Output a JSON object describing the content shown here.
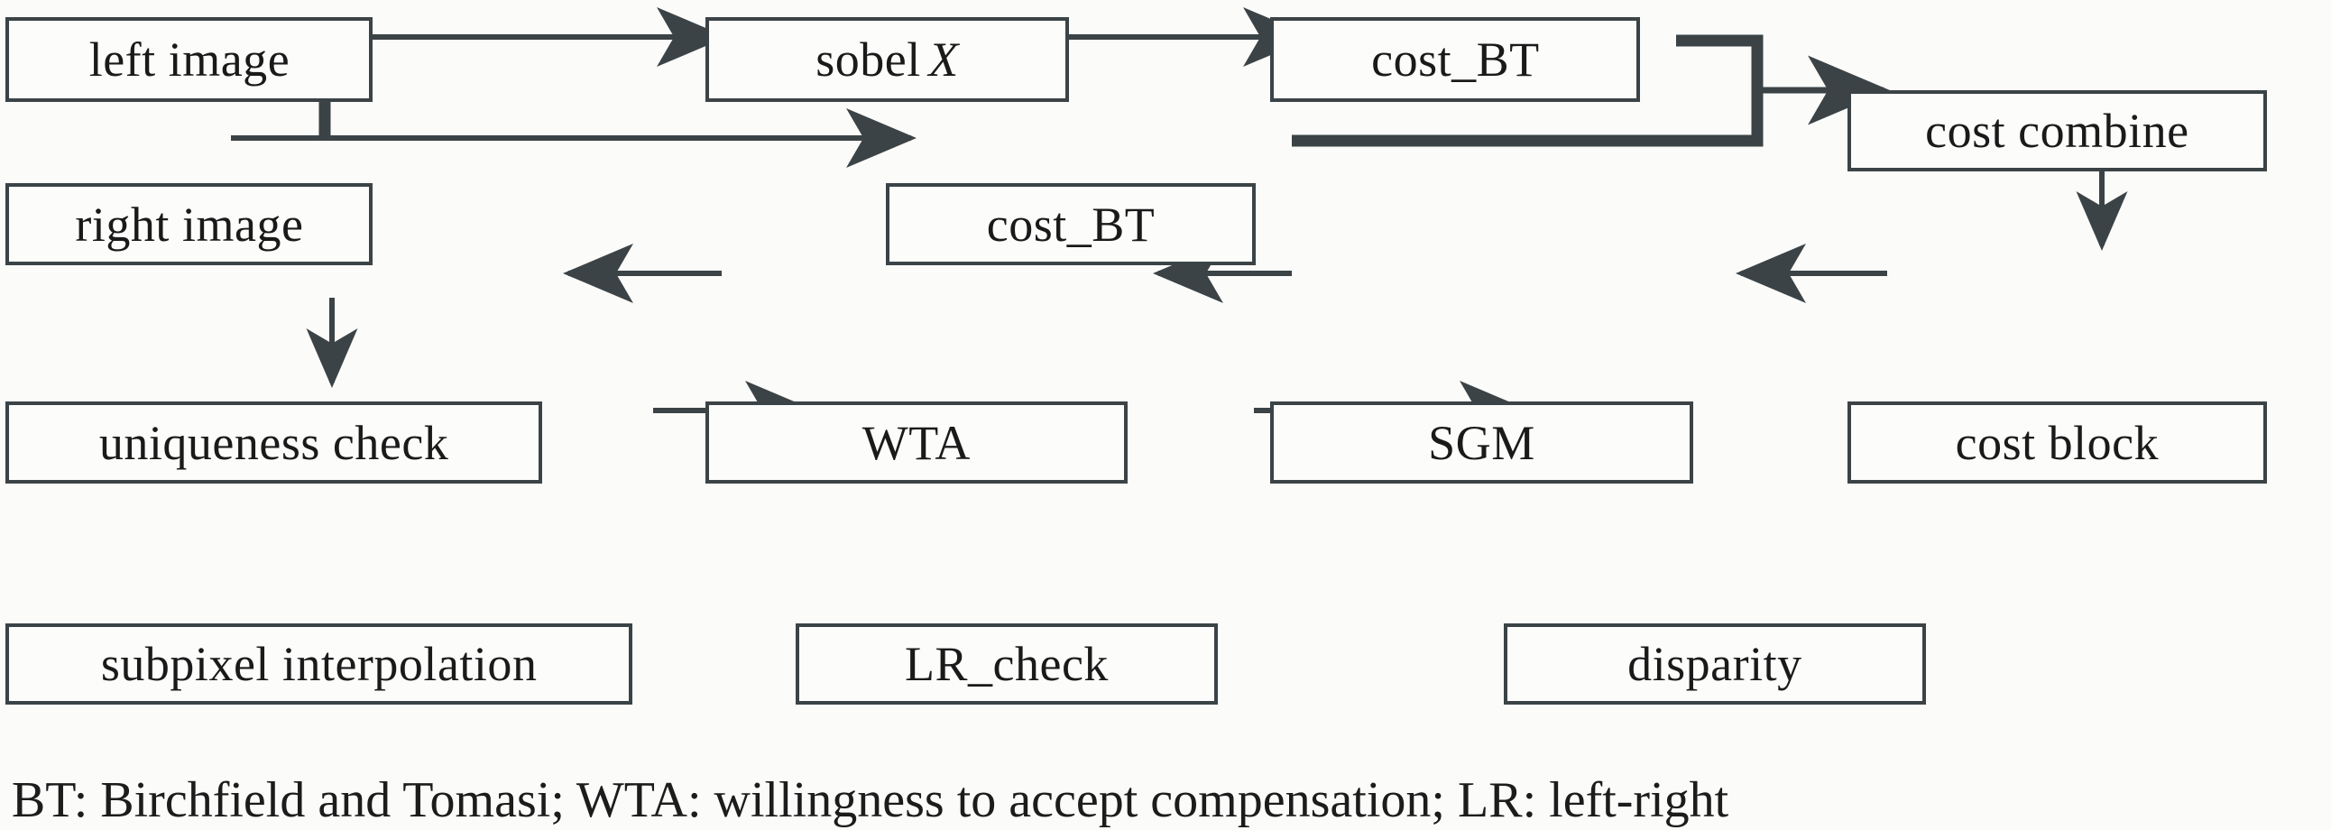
{
  "diagram": {
    "title": "stereo matching pipeline flowchart",
    "colors": {
      "background": "#fbfbfa",
      "box_fill": "#fcfcfb",
      "box_border": "#3b4346",
      "wire": "#3b4346",
      "text": "#1a1a1a"
    },
    "nodes": [
      {
        "id": "left_image",
        "label": "left image"
      },
      {
        "id": "right_image",
        "label": "right image"
      },
      {
        "id": "sobel_x",
        "label": "sobel",
        "label_italic": "X"
      },
      {
        "id": "cost_bt_top",
        "label": "cost_BT"
      },
      {
        "id": "cost_bt_bottom",
        "label": "cost_BT"
      },
      {
        "id": "cost_combine",
        "label": "cost combine"
      },
      {
        "id": "cost_block",
        "label": "cost block"
      },
      {
        "id": "sgm",
        "label": "SGM"
      },
      {
        "id": "wta",
        "label": "WTA"
      },
      {
        "id": "uniqueness_check",
        "label": "uniqueness check"
      },
      {
        "id": "subpixel_interpolation",
        "label": "subpixel interpolation"
      },
      {
        "id": "lr_check",
        "label": "LR_check"
      },
      {
        "id": "disparity",
        "label": "disparity"
      }
    ],
    "edges": [
      {
        "from": "left_image",
        "to": "sobel_x",
        "style": "thin-arrow"
      },
      {
        "from": "right_image",
        "to": "cost_bt_bottom",
        "style": "thin-arrow"
      },
      {
        "from": "left_image",
        "to": "right_image",
        "style": "thick-junction"
      },
      {
        "from": "sobel_x",
        "to": "cost_bt_top",
        "style": "thin-arrow"
      },
      {
        "from": "cost_bt_top",
        "to": "cost_combine",
        "style": "thick-arrow"
      },
      {
        "from": "cost_bt_bottom",
        "to": "cost_combine",
        "style": "thick-arrow"
      },
      {
        "from": "cost_combine",
        "to": "cost_block",
        "style": "thin-arrow-down"
      },
      {
        "from": "cost_block",
        "to": "sgm",
        "style": "thin-arrow-left"
      },
      {
        "from": "sgm",
        "to": "wta",
        "style": "thin-arrow-left"
      },
      {
        "from": "wta",
        "to": "uniqueness_check",
        "style": "thin-arrow-left"
      },
      {
        "from": "uniqueness_check",
        "to": "subpixel_interpolation",
        "style": "thin-arrow-down"
      },
      {
        "from": "subpixel_interpolation",
        "to": "lr_check",
        "style": "thin-arrow"
      },
      {
        "from": "lr_check",
        "to": "disparity",
        "style": "thin-arrow"
      }
    ],
    "caption": "BT: Birchfield and Tomasi; WTA: willingness to accept compensation; LR: left-right"
  }
}
